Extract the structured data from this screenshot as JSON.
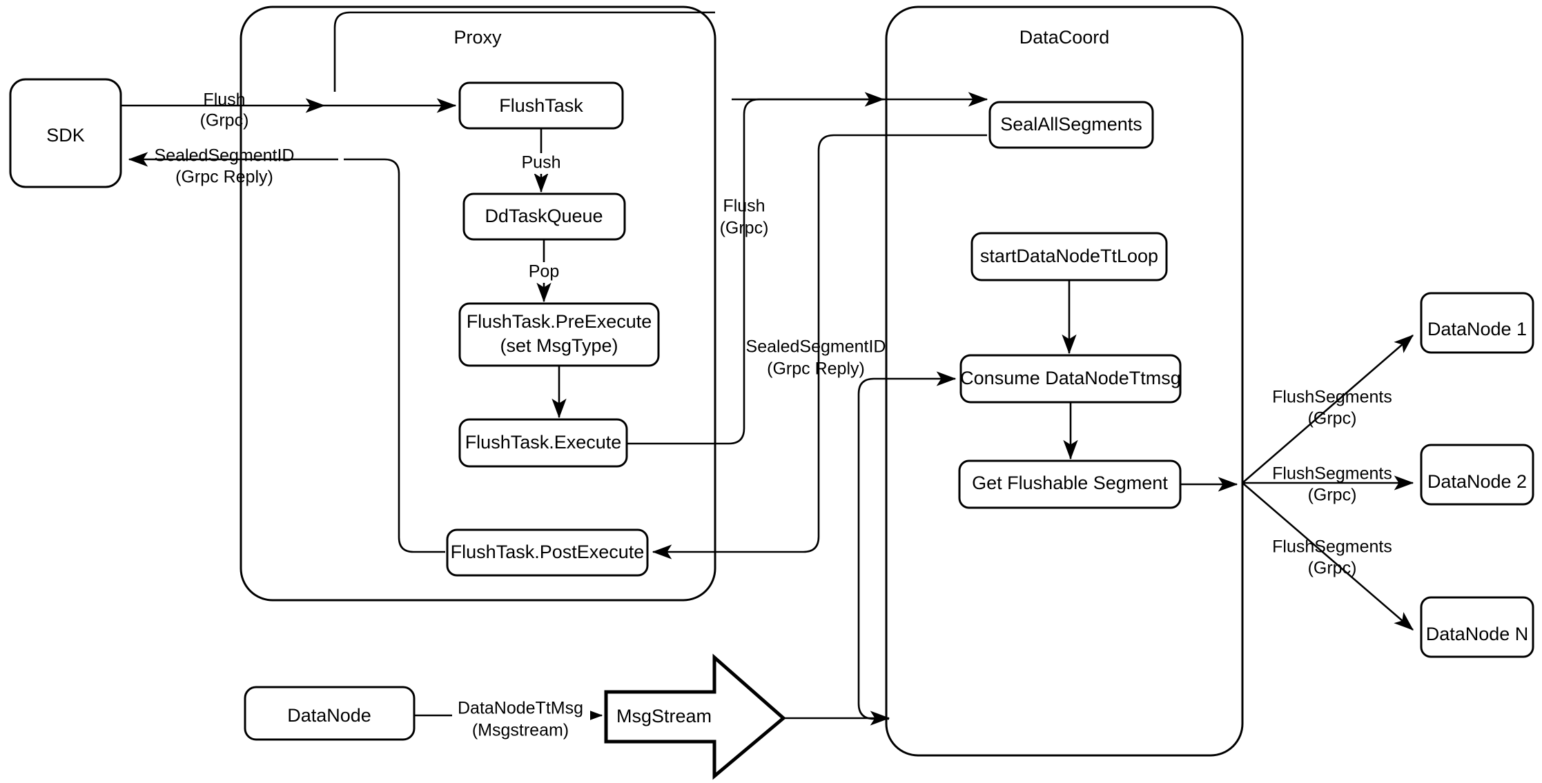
{
  "diagram": {
    "title": "Milvus Flush Sequence Architecture",
    "background_color": "#ffffff",
    "stroke_color": "#000000"
  },
  "groups": [
    {
      "id": "proxy",
      "label": "Proxy"
    },
    {
      "id": "datacoord",
      "label": "DataCoord"
    }
  ],
  "nodes": {
    "sdk": {
      "label": "SDK"
    },
    "flush_task": {
      "label": "FlushTask"
    },
    "dd_task_queue": {
      "label": "DdTaskQueue"
    },
    "pre_execute_line1": {
      "label": "FlushTask.PreExecute"
    },
    "pre_execute_line2": {
      "label": "(set MsgType)"
    },
    "execute": {
      "label": "FlushTask.Execute"
    },
    "post_execute": {
      "label": "FlushTask.PostExecute"
    },
    "seal_all_segments": {
      "label": "SealAllSegments"
    },
    "start_tt_loop": {
      "label": "startDataNodeTtLoop"
    },
    "consume_tt_msg": {
      "label": "Consume DataNodeTtmsg"
    },
    "get_flushable": {
      "label": "Get Flushable Segment"
    },
    "datanode_1": {
      "label": "DataNode 1"
    },
    "datanode_2": {
      "label": "DataNode 2"
    },
    "datanode_n": {
      "label": "DataNode N"
    },
    "datanode_bottom": {
      "label": "DataNode"
    },
    "msgstream": {
      "label": "MsgStream"
    }
  },
  "edge_labels": {
    "sdk_to_proxy_l1": "Flush",
    "sdk_to_proxy_l2": "(Grpc)",
    "proxy_to_sdk_l1": "SealedSegmentID",
    "proxy_to_sdk_l2": "(Grpc Reply)",
    "push": "Push",
    "pop": "Pop",
    "proxy_to_coord_l1": "Flush",
    "proxy_to_coord_l2": "(Grpc)",
    "coord_to_proxy_l1": "SealedSegmentID",
    "coord_to_proxy_l2": "(Grpc Reply)",
    "flush_seg_1_l1": "FlushSegments",
    "flush_seg_1_l2": "(Grpc)",
    "flush_seg_2_l1": "FlushSegments",
    "flush_seg_2_l2": "(Grpc)",
    "flush_seg_n_l1": "FlushSegments",
    "flush_seg_n_l2": "(Grpc)",
    "datanode_tt_msg_l1": "DataNodeTtMsg",
    "datanode_tt_msg_l2": "(Msgstream)"
  }
}
